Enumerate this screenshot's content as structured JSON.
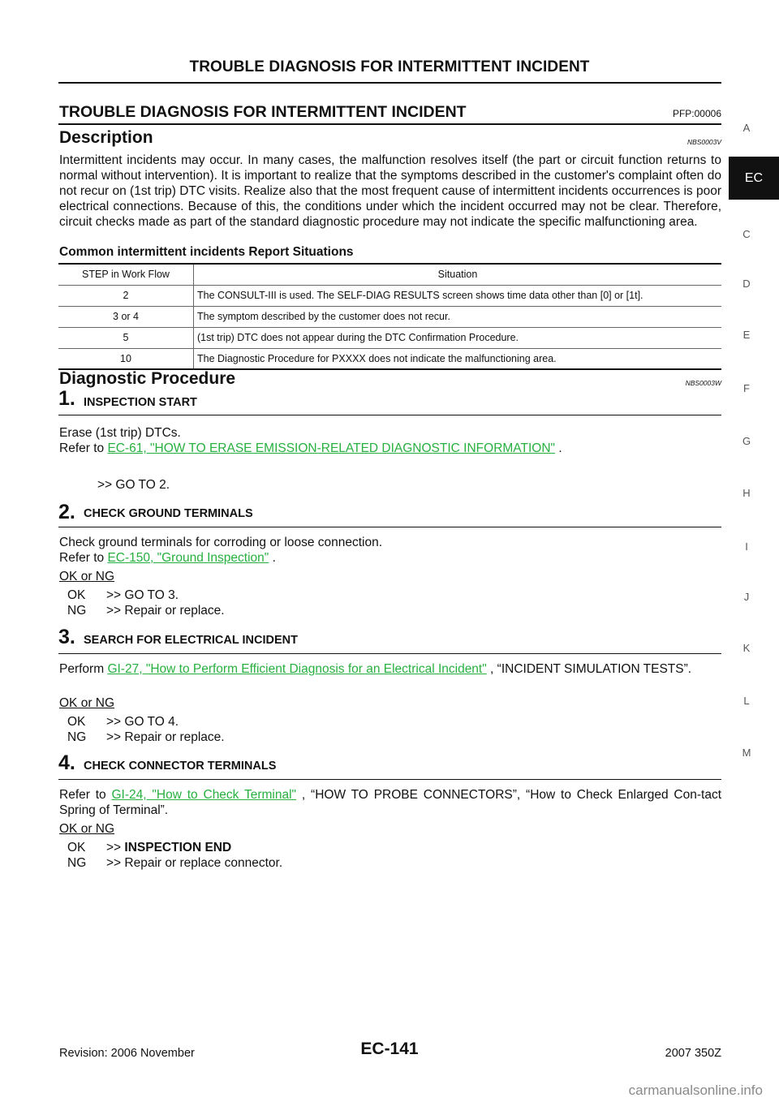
{
  "header": {
    "running_title": "TROUBLE DIAGNOSIS FOR INTERMITTENT INCIDENT"
  },
  "section": {
    "title": "TROUBLE DIAGNOSIS FOR INTERMITTENT INCIDENT",
    "pfp": "PFP:00006"
  },
  "description": {
    "heading": "Description",
    "code": "NBS0003V",
    "body": "Intermittent incidents may occur. In many cases, the malfunction resolves itself (the part or circuit function returns to normal without intervention). It is important to realize that the symptoms described in the customer's complaint often do not recur on (1st trip) DTC visits. Realize also that the most frequent cause of intermittent incidents occurrences is poor electrical connections. Because of this, the conditions under which the incident occurred may not be clear. Therefore, circuit checks made as part of the standard diagnostic procedure may not indicate the specific malfunctioning area.",
    "subheading": "Common intermittent incidents Report Situations"
  },
  "table": {
    "headers": [
      "STEP in Work Flow",
      "Situation"
    ],
    "rows": [
      [
        "2",
        "The CONSULT-III  is used. The SELF-DIAG RESULTS screen shows time data other than [0] or [1t]."
      ],
      [
        "3 or 4",
        "The symptom described by the customer does not recur."
      ],
      [
        "5",
        "(1st trip) DTC does not appear during the DTC Confirmation Procedure."
      ],
      [
        "10",
        "The Diagnostic Procedure for PXXXX does not indicate the malfunctioning area."
      ]
    ]
  },
  "diagnostic": {
    "heading": "Diagnostic Procedure",
    "code": "NBS0003W",
    "ok_or_ng": "OK or NG",
    "steps": [
      {
        "num": "1.",
        "title": "INSPECTION START",
        "line1": "Erase (1st trip) DTCs.",
        "refer_prefix": "Refer to ",
        "link": "EC-61, \"HOW TO ERASE EMISSION-RELATED DIAGNOSTIC INFORMATION\"",
        "refer_suffix": " .",
        "goto": ">> GO TO 2."
      },
      {
        "num": "2.",
        "title": "CHECK GROUND TERMINALS",
        "line1": "Check ground terminals for corroding or loose connection.",
        "refer_prefix": "Refer to ",
        "link": "EC-150, \"Ground Inspection\"",
        "refer_suffix": " .",
        "ok_key": "OK",
        "ok_action": ">> GO TO 3.",
        "ng_key": "NG",
        "ng_action": ">> Repair or replace."
      },
      {
        "num": "3.",
        "title": "SEARCH FOR ELECTRICAL INCIDENT",
        "prefix": "Perform ",
        "link": "GI-27, \"How to Perform Efficient Diagnosis for an Electrical Incident\"",
        "suffix": " , “INCIDENT SIMULATION TESTS”.",
        "ok_key": "OK",
        "ok_action": ">> GO TO 4.",
        "ng_key": "NG",
        "ng_action": ">> Repair or replace."
      },
      {
        "num": "4.",
        "title": "CHECK CONNECTOR TERMINALS",
        "prefix": "Refer to ",
        "link": "GI-24, \"How to Check Terminal\"",
        "suffix": " , “HOW TO PROBE CONNECTORS”, “How to Check Enlarged Con-tact Spring of Terminal”.",
        "ok_key": "OK",
        "ok_action_prefix": ">> ",
        "ok_action_bold": "INSPECTION END",
        "ng_key": "NG",
        "ng_action": ">> Repair or replace connector."
      }
    ]
  },
  "side_tabs": [
    "A",
    "EC",
    "C",
    "D",
    "E",
    "F",
    "G",
    "H",
    "I",
    "J",
    "K",
    "L",
    "M"
  ],
  "footer": {
    "revision": "Revision: 2006 November",
    "page": "EC-141",
    "model": "2007 350Z"
  },
  "watermark": "carmanualsonline.info",
  "colors": {
    "link": "#27b03f",
    "active_tab_bg": "#111111"
  }
}
